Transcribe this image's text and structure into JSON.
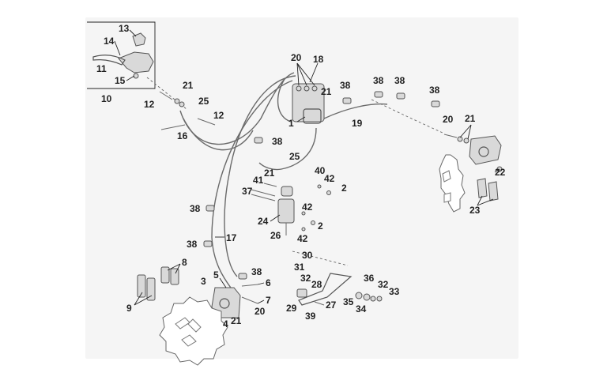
{
  "labels": {
    "l1": "1",
    "l2a": "2",
    "l2b": "2",
    "l3": "3",
    "l4": "4",
    "l5": "5",
    "l6": "6",
    "l7": "7",
    "l8": "8",
    "l9": "9",
    "l10": "10",
    "l11": "11",
    "l12a": "12",
    "l12b": "12",
    "l13": "13",
    "l14": "14",
    "l15": "15",
    "l16": "16",
    "l17": "17",
    "l18": "18",
    "l19": "19",
    "l20a": "20",
    "l20b": "20",
    "l20c": "20",
    "l21a": "21",
    "l21b": "21",
    "l21c": "21",
    "l21d": "21",
    "l21e": "21",
    "l22": "22",
    "l23": "23",
    "l24": "24",
    "l25a": "25",
    "l25b": "25",
    "l26": "26",
    "l27": "27",
    "l28": "28",
    "l29": "29",
    "l30": "30",
    "l31": "31",
    "l32a": "32",
    "l32b": "32",
    "l33": "33",
    "l34": "34",
    "l35": "35",
    "l36": "36",
    "l37": "37",
    "l38a": "38",
    "l38b": "38",
    "l38c": "38",
    "l38d": "38",
    "l38e": "38",
    "l38f": "38",
    "l38g": "38",
    "l38h": "38",
    "l39": "39",
    "l40": "40",
    "l41": "41",
    "l42a": "42",
    "l42b": "42",
    "l42c": "42"
  },
  "colors": {
    "panel": "#f5f5f5",
    "line": "#555555",
    "label": "#222222"
  }
}
